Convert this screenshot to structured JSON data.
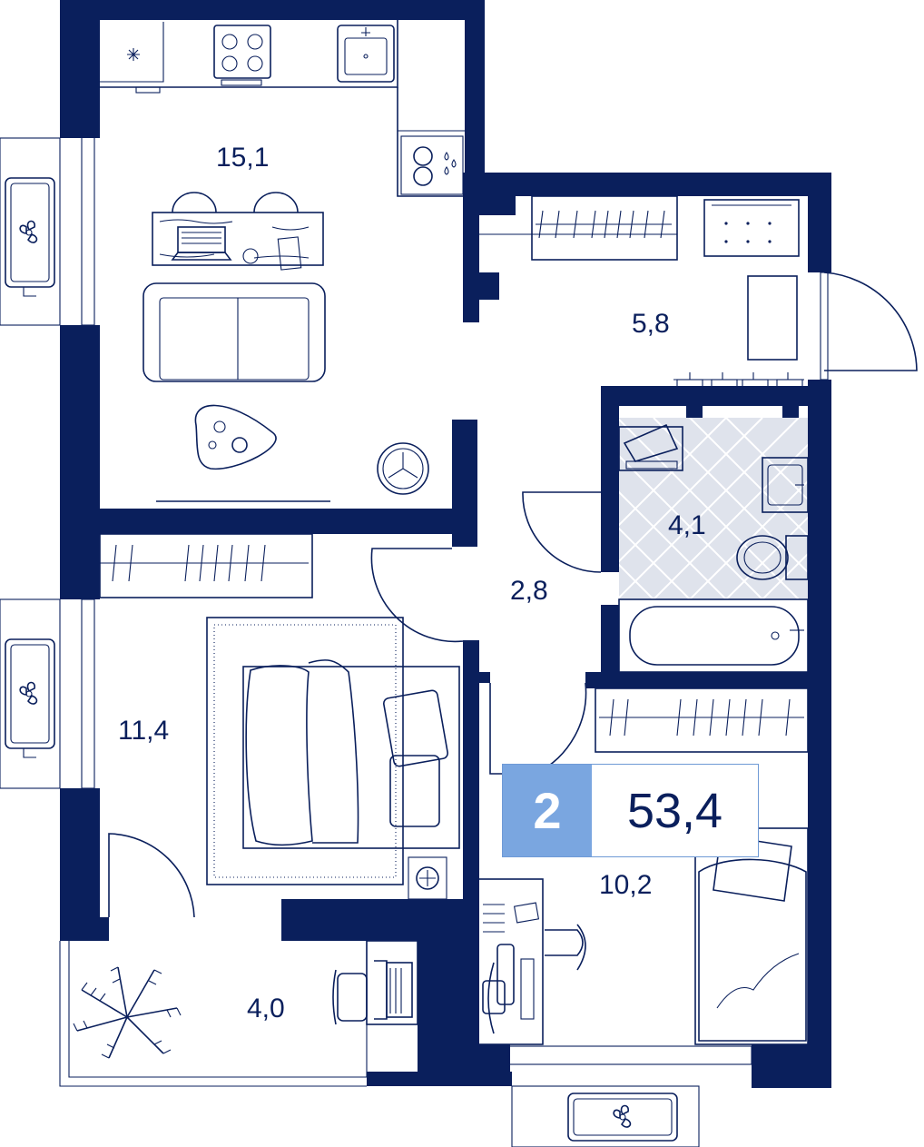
{
  "colors": {
    "wall": "#0a1f5c",
    "line": "#0a1f5c",
    "accent": "#7aa6e0",
    "background": "#ffffff"
  },
  "plan": {
    "rooms_count": "2",
    "total_area": "53,4",
    "rooms": [
      {
        "id": "kitchen-living",
        "area": "15,1"
      },
      {
        "id": "hallway",
        "area": "5,8"
      },
      {
        "id": "bathroom",
        "area": "4,1"
      },
      {
        "id": "corridor",
        "area": "2,8"
      },
      {
        "id": "bedroom",
        "area": "11,4"
      },
      {
        "id": "second-bedroom",
        "area": "10,2"
      },
      {
        "id": "balcony",
        "area": "4,0"
      }
    ]
  },
  "icons": [
    "fan-icon",
    "sofa-icon",
    "bed-icon",
    "bathtub-icon",
    "toilet-icon",
    "sink-icon",
    "stove-icon",
    "laptop-icon",
    "plant-icon",
    "wardrobe-icon",
    "door-icon",
    "washing-machine-icon"
  ]
}
